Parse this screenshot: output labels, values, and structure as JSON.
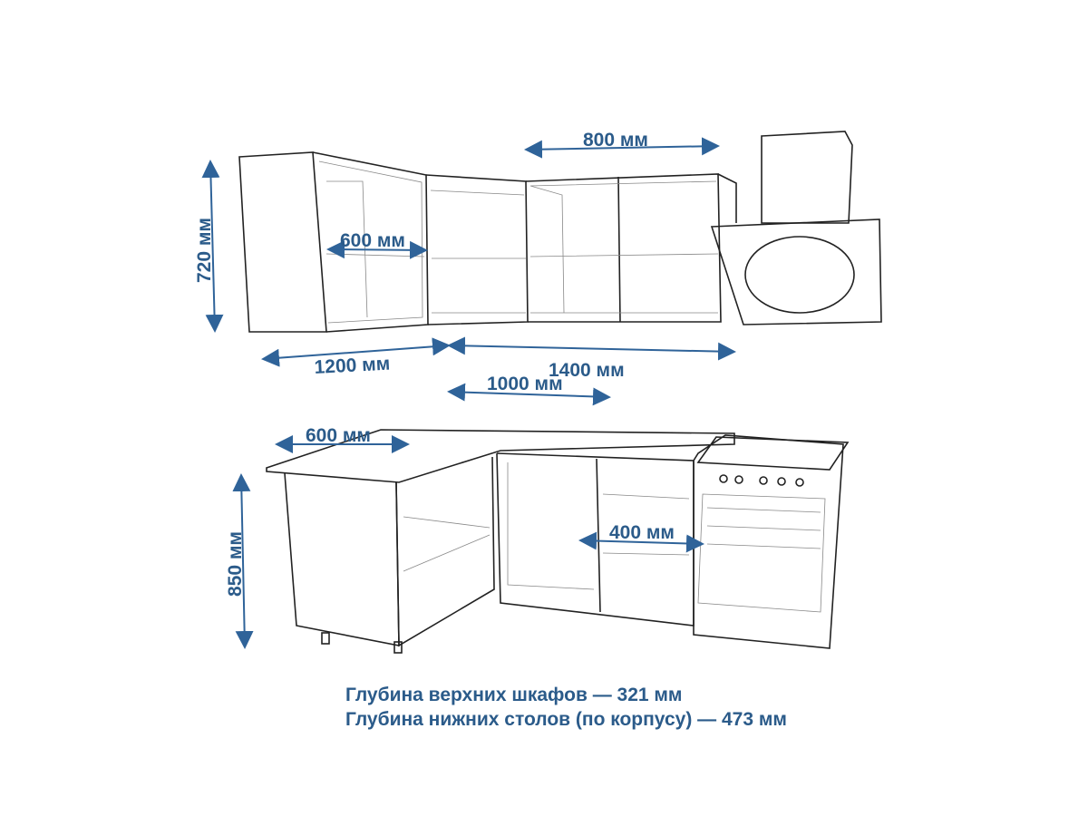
{
  "dimensions": {
    "upper_height": "720 мм",
    "upper_corner_depth": "600 мм",
    "upper_right_section": "800 мм",
    "upper_left_length": "1200 мм",
    "upper_right_length": "1400 мм",
    "lower_middle_width": "1000 мм",
    "lower_corner_depth": "600 мм",
    "lower_height": "850 мм",
    "lower_drawer_section": "400 мм"
  },
  "notes": [
    "Глубина верхних шкафов — 321 мм",
    "Глубина нижних столов (по корпусу) — 473 мм"
  ],
  "colors": {
    "dimension": "#2b5b8a",
    "lines": "#222222"
  }
}
